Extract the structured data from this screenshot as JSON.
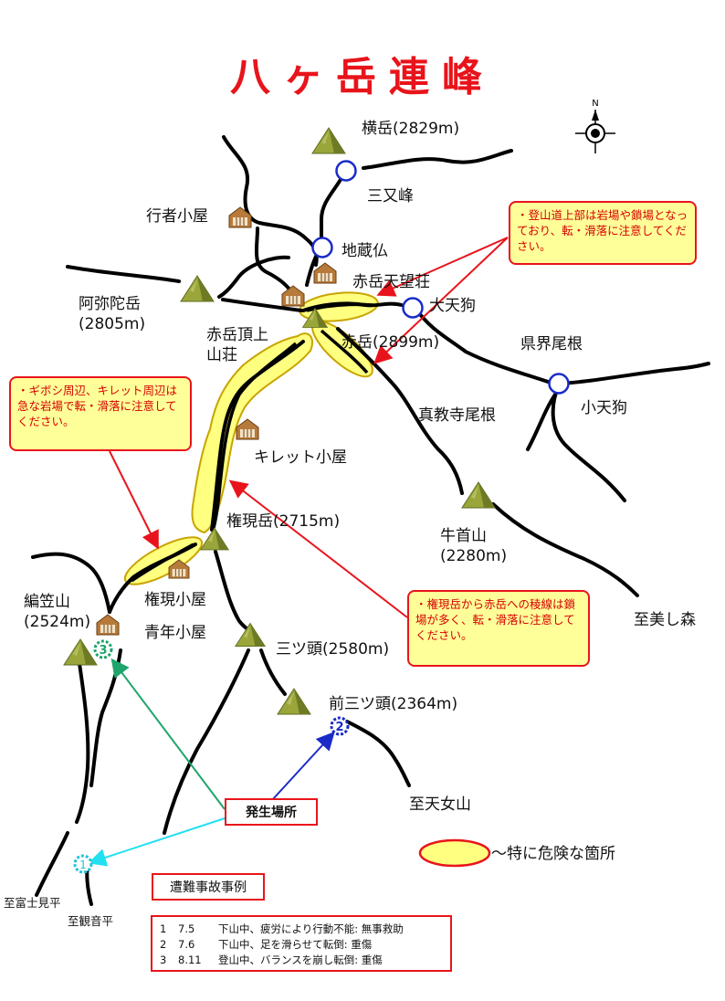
{
  "title": "八ヶ岳連峰",
  "compass": {
    "north_label": "N"
  },
  "peaks": {
    "yokodake": {
      "name": "横岳",
      "elevation": "(2829m)"
    },
    "amidadake": {
      "name": "阿弥陀岳",
      "elevation": "(2805m)"
    },
    "akadake": {
      "name": "赤岳",
      "elevation": "(2899m)"
    },
    "gongendake": {
      "name": "権現岳",
      "elevation": "(2715m)"
    },
    "amigasayama": {
      "name": "編笠山",
      "elevation": "(2524m)"
    },
    "mitsugashira": {
      "name": "三ツ頭",
      "elevation": "(2580m)"
    },
    "maemitsugashira": {
      "name": "前三ツ頭",
      "elevation": "(2364m)"
    },
    "ushikubiyama": {
      "name": "牛首山",
      "elevation": "(2280m)"
    }
  },
  "huts": {
    "gyoja": "行者小屋",
    "tenbo": "赤岳天望荘",
    "chojo_line1": "赤岳頂上",
    "chojo_line2": "山荘",
    "kiretto": "キレット小屋",
    "gongen": "権現小屋",
    "seinen": "青年小屋"
  },
  "places": {
    "sanmata": "三又峰",
    "jizo": "地蔵仏",
    "odaitengu": "大天狗",
    "kenkaione": "県界尾根",
    "kotengu": "小天狗",
    "shinkyoji": "真教寺尾根",
    "utsukushimori": "至美し森",
    "tennyo": "至天女山",
    "fujimi": "至富士見平",
    "kannon": "至観音平"
  },
  "notes": {
    "top_right": "・登山道上部は岩場や鎖場となっており、転・滑落に注意してください。",
    "left": "・ギボシ周辺、キレット周辺は急な岩場で転・滑落に注意してください。",
    "bottom_right": "・権現岳から赤岳への稜線は鎖場が多く、転・滑落に注意してください。"
  },
  "legend": {
    "danger_label": "～特に危険な箇所"
  },
  "incident_origin": {
    "label": "発生場所"
  },
  "markers": [
    "3",
    "2",
    "1"
  ],
  "cases": {
    "title": "遭難事故事例",
    "rows": [
      {
        "num": "1",
        "date": "7.5",
        "text": "下山中、疲労により行動不能: 無事救助"
      },
      {
        "num": "2",
        "date": "7.6",
        "text": "下山中、足を滑らせて転倒: 重傷"
      },
      {
        "num": "3",
        "date": "8.11",
        "text": "登山中、バランスを崩し転倒: 重傷"
      }
    ]
  },
  "colors": {
    "title": "#e8141b",
    "trail": "#000000",
    "danger_fill": "#ffff80",
    "danger_stroke": "#c8a400",
    "note_border": "#e8141b",
    "marker1": "#22c3d8",
    "marker2": "#1a2bc8",
    "marker3": "#1fa56b",
    "peak": "#9aa63a"
  }
}
